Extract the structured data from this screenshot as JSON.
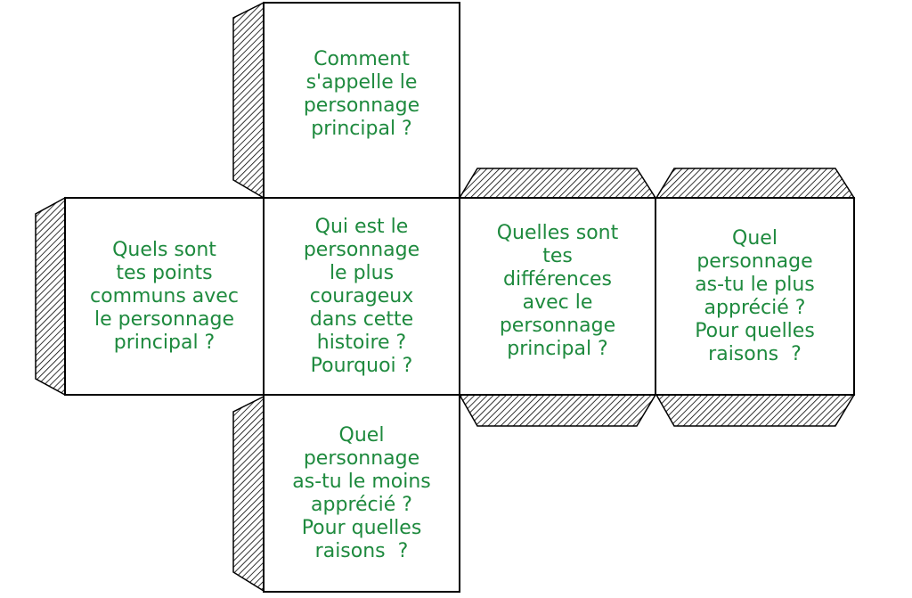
{
  "colors": {
    "text": "#1e8a3e",
    "outline": "#000000",
    "hatch": "#000000"
  },
  "faces": {
    "top": [
      "Comment",
      "s'appelle le",
      "personnage",
      "principal ?"
    ],
    "left": [
      "Quels sont",
      "tes points",
      "communs avec",
      "le personnage",
      "principal ?"
    ],
    "center": [
      "Qui est le",
      "personnage",
      "le plus",
      "courageux",
      "dans cette",
      "histoire ?",
      "Pourquoi ?"
    ],
    "right1": [
      "Quelles sont",
      "tes",
      "différences",
      "avec le",
      "personnage",
      "principal ?"
    ],
    "right2": [
      "Quel",
      "personnage",
      "as-tu le plus",
      "apprécié ?",
      "Pour quelles",
      "raisons  ?"
    ],
    "bottom": [
      "Quel",
      "personnage",
      "as-tu le moins",
      "apprécié ?",
      "Pour quelles",
      "raisons  ?"
    ]
  }
}
